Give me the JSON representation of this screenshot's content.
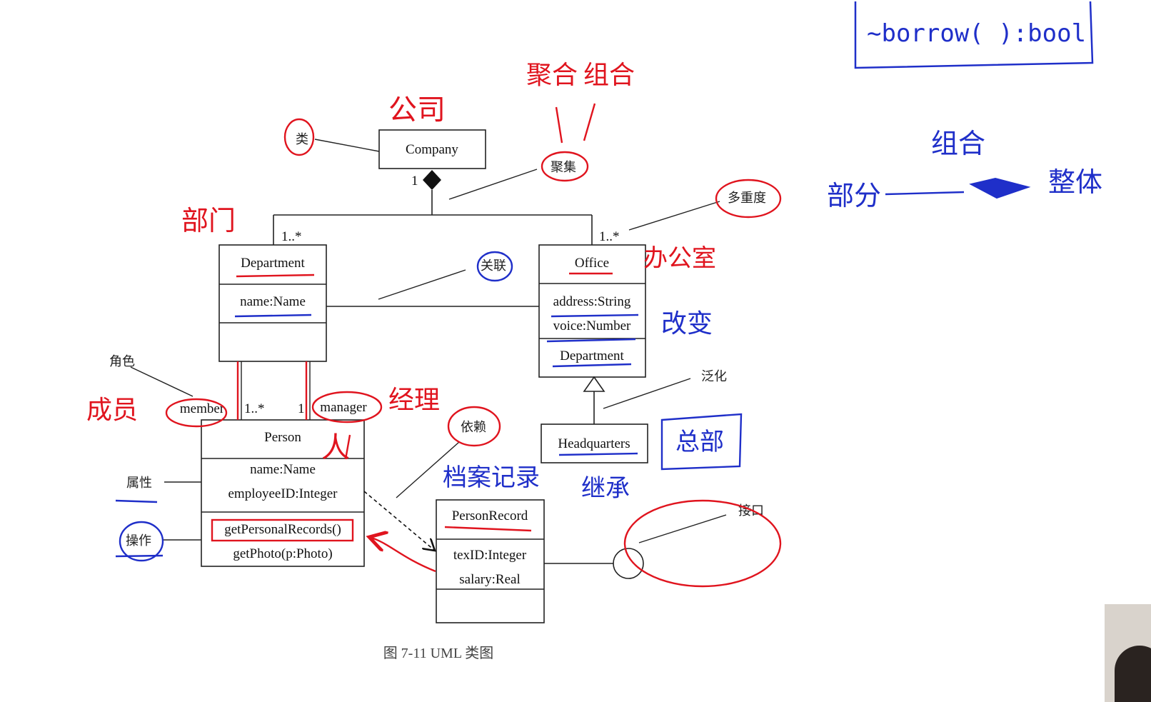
{
  "diagram": {
    "caption": "图 7-11    UML 类图",
    "classes": {
      "company": {
        "name": "Company"
      },
      "department": {
        "name": "Department",
        "attrs": [
          "name:Name"
        ]
      },
      "office": {
        "name": "Office",
        "attrs": [
          "address:String",
          "voice:Number"
        ],
        "ops": [
          "Department"
        ]
      },
      "headquarters": {
        "name": "Headquarters"
      },
      "person": {
        "name": "Person",
        "attrs": [
          "name:Name",
          "employeeID:Integer"
        ],
        "ops": [
          "getPersonalRecords()",
          "getPhoto(p:Photo)"
        ]
      },
      "person_record": {
        "name": "PersonRecord",
        "attrs": [
          "texID:Integer",
          "salary:Real"
        ]
      }
    },
    "multiplicities": {
      "company_end": "1",
      "department_end": "1..*",
      "office_end": "1..*",
      "member_end": "1..*",
      "manager_end": "1"
    },
    "roles": {
      "member": "member",
      "manager": "manager"
    },
    "callouts": {
      "class": "类",
      "aggregation": "聚集",
      "multiplicity": "多重度",
      "association": "关联",
      "role": "角色",
      "generalization": "泛化",
      "dependency": "依赖",
      "attribute": "属性",
      "operation": "操作",
      "interface": "接口"
    }
  },
  "annotations": {
    "red": {
      "company": "公司",
      "aggregation_1": "聚合",
      "aggregation_2": "组合",
      "department": "部门",
      "office": "办公室",
      "member": "成员",
      "manager": "经理",
      "person": "人"
    },
    "blue": {
      "change": "改变",
      "headquarters": "总部",
      "inherit": "继承",
      "record": "档案记录",
      "composition": "组合",
      "part": "部分",
      "whole": "整体"
    },
    "borrow": "~borrow( ):bool"
  },
  "colors": {
    "red_ink": "#e0141e",
    "blue_ink": "#1f2fc9",
    "frame": "#222222"
  }
}
